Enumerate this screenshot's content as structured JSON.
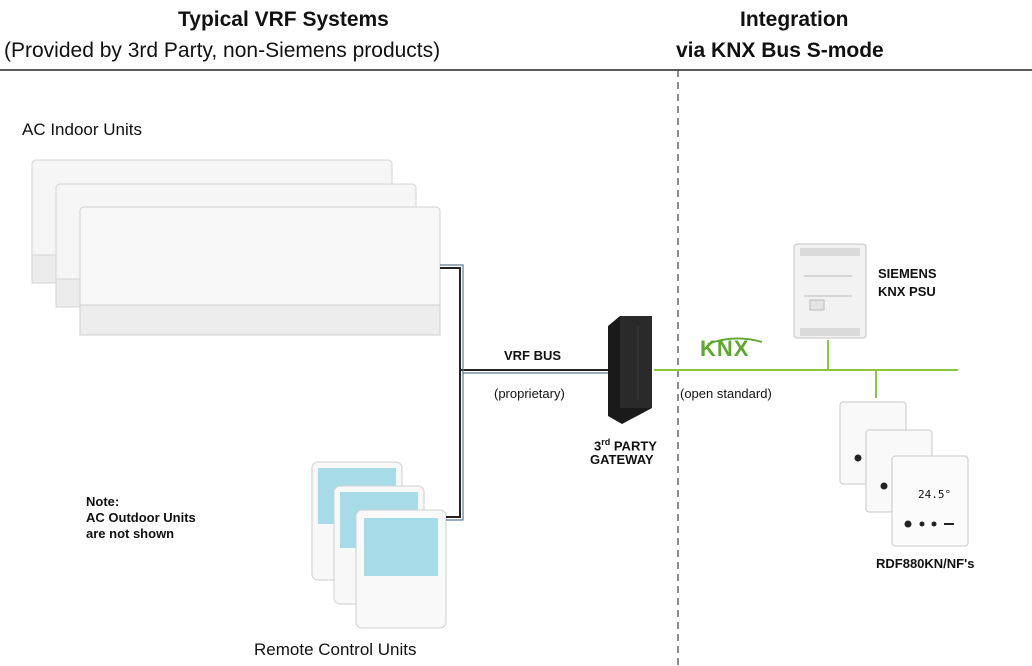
{
  "header": {
    "left_title": "Typical VRF Systems",
    "left_subtitle": "(Provided by 3rd Party, non-Siemens products)",
    "right_title": "Integration",
    "right_subtitle": "via KNX Bus S-mode"
  },
  "labels": {
    "ac_indoor_units": "AC Indoor Units",
    "vrf_bus": "VRF BUS",
    "proprietary": "(proprietary)",
    "open_standard": "(open standard)",
    "gateway_line1_prefix": "3",
    "gateway_line1_sup": "rd",
    "gateway_line1_suffix": " PARTY",
    "gateway_line2": "GATEWAY",
    "siemens_line1": "SIEMENS",
    "siemens_line2": "KNX PSU",
    "knx_logo": "KNX",
    "note_line1": "Note:",
    "note_line2": "AC Outdoor Units",
    "note_line3": "are not shown",
    "rdf_units": "RDF880KN/NF's",
    "remote_control_units": "Remote Control Units",
    "display_temp": "24.5°"
  },
  "colors": {
    "knx_line": "#8cc63f",
    "remote_screen": "#a8dbe8",
    "knx_logo_green": "#5fa830",
    "unit_body": "#f4f4f4"
  }
}
